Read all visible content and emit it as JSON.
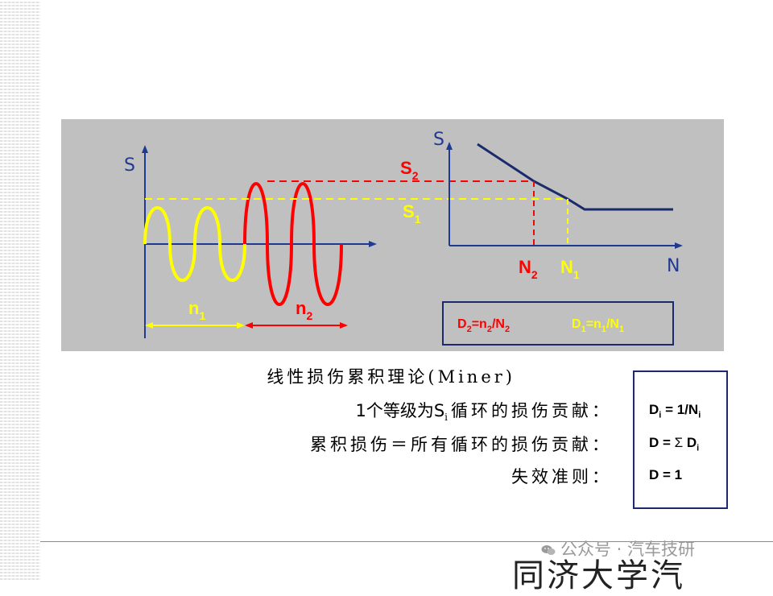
{
  "diagram": {
    "left_axis_label": "S",
    "right_axis_y_label": "S",
    "right_axis_x_label": "N",
    "s2_label": "S",
    "s2_sub": "2",
    "s1_label": "S",
    "s1_sub": "1",
    "n1_label": "n",
    "n1_sub": "1",
    "n2_label": "n",
    "n2_sub": "2",
    "N2_label": "N",
    "N2_sub": "2",
    "N1_label": "N",
    "N1_sub": "1",
    "d2_formula": {
      "a": "D",
      "a_sub": "2",
      "b": "=n",
      "b_sub": "2",
      "c": "/N",
      "c_sub": "2"
    },
    "d1_formula": {
      "a": "D",
      "a_sub": "1",
      "b": "=n",
      "b_sub": "1",
      "c": "/N",
      "c_sub": "1"
    },
    "colors": {
      "panel": "#c0c0c0",
      "axis": "#1f3a93",
      "red": "#ff0000",
      "yellow": "#ffff00",
      "navy": "#1a2a6c"
    }
  },
  "text": {
    "line1": "线性损伤累积理论(Miner)",
    "line2_pre": "1个等级为S",
    "line2_sub": "i",
    "line2_post": "循环的损伤贡献：",
    "line3": "累积损伤＝所有循环的损伤贡献：",
    "line4": "失效准则："
  },
  "formulas": {
    "f1_a": "D",
    "f1_a_sub": "i",
    "f1_b": " = 1/N",
    "f1_b_sub": "i",
    "f2_a": "D  = ",
    "f2_sigma": "Σ",
    "f2_b": " D",
    "f2_b_sub": "i",
    "f3": "D = 1"
  },
  "footer": {
    "watermark": "公众号 · 汽车技研",
    "logo_text": "同济大学汽"
  }
}
